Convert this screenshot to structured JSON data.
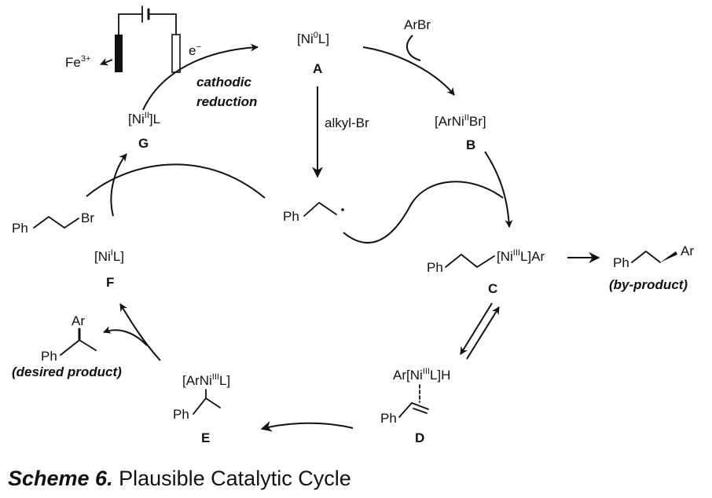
{
  "compounds": {
    "A": {
      "pre": "[Ni",
      "sup": "0",
      "post": "L]",
      "letter": "A"
    },
    "B": {
      "pre": "[ArNi",
      "sup": "II",
      "post": "Br]",
      "letter": "B"
    },
    "C": {
      "pre": "[Ni",
      "sup": "III",
      "post": "L]Ar",
      "letter": "C"
    },
    "D": {
      "pre": "Ar[Ni",
      "sup": "III",
      "post": "L]H",
      "letter": "D"
    },
    "E": {
      "pre": "[ArNi",
      "sup": "III",
      "post": "L]",
      "letter": "E"
    },
    "F": {
      "pre": "[Ni",
      "sup": "I",
      "post": "L]",
      "letter": "F"
    },
    "G": {
      "pre": "[Ni",
      "sup": "II",
      "post": "]L",
      "letter": "G"
    }
  },
  "reagents": {
    "arbr": "ArBr",
    "alkyl_br": "alkyl-Br",
    "electron": "e",
    "electron_charge": "−",
    "iron": "Fe",
    "iron_charge": "3+"
  },
  "fragments": {
    "ph": "Ph",
    "br": "Br",
    "ar": "Ar"
  },
  "notes": {
    "cathodic_line1": "cathodic",
    "cathodic_line2": "reduction",
    "by_product": "(by-product)",
    "desired_product": "(desired product)"
  },
  "caption": {
    "title": "Scheme 6.",
    "text": "Plausible Catalytic Cycle"
  }
}
